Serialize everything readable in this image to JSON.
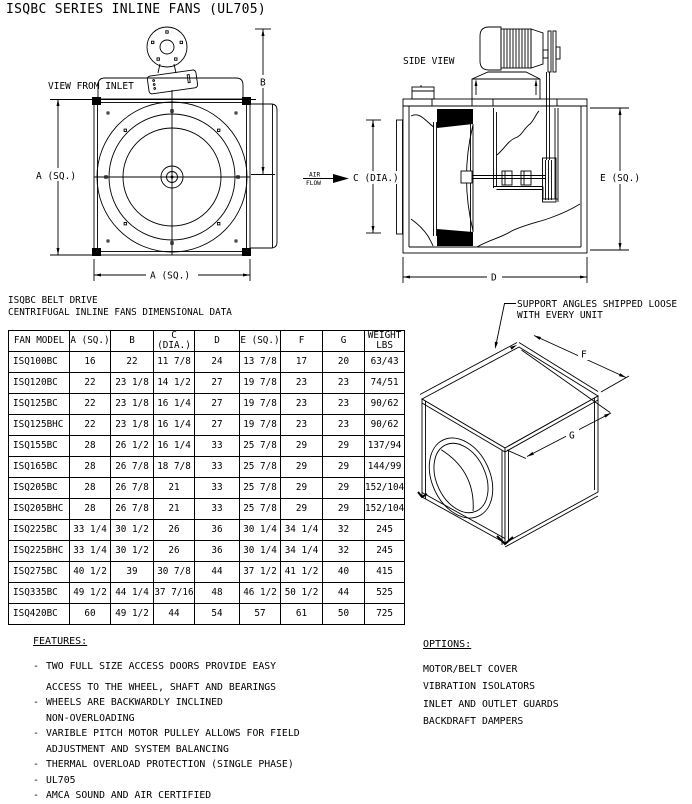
{
  "title": "ISQBC SERIES INLINE FANS (UL705)",
  "colors": {
    "ink": "#000000",
    "paper": "#ffffff"
  },
  "inlet_view": {
    "caption": "VIEW FROM INLET",
    "dim_a_left": "A (SQ.)",
    "dim_a_bottom": "A (SQ.)",
    "dim_b": "B"
  },
  "side_view": {
    "caption": "SIDE VIEW",
    "air_line1": "AIR",
    "air_line2": "FLOW",
    "dim_c": "C (DIA.)",
    "dim_d": "D",
    "dim_e": "E (SQ.)"
  },
  "iso_view": {
    "callout_line1": "SUPPORT ANGLES SHIPPED LOOSE",
    "callout_line2": "WITH EVERY UNIT",
    "dim_f": "F",
    "dim_g": "G"
  },
  "table": {
    "title_line1": "ISQBC BELT DRIVE",
    "title_line2": "CENTRIFUGAL INLINE FANS DIMENSIONAL DATA",
    "headers": [
      "FAN MODEL",
      "A (SQ.)",
      "B",
      "C (DIA.)",
      "D",
      "E (SQ.)",
      "F",
      "G",
      "WEIGHT LBS"
    ],
    "rows": [
      [
        "ISQ100BC",
        "16",
        "22",
        "11 7/8",
        "24",
        "13 7/8",
        "17",
        "20",
        "63/43"
      ],
      [
        "ISQ120BC",
        "22",
        "23 1/8",
        "14 1/2",
        "27",
        "19 7/8",
        "23",
        "23",
        "74/51"
      ],
      [
        "ISQ125BC",
        "22",
        "23 1/8",
        "16 1/4",
        "27",
        "19 7/8",
        "23",
        "23",
        "90/62"
      ],
      [
        "ISQ125BHC",
        "22",
        "23 1/8",
        "16 1/4",
        "27",
        "19 7/8",
        "23",
        "23",
        "90/62"
      ],
      [
        "ISQ155BC",
        "28",
        "26 1/2",
        "16 1/4",
        "33",
        "25 7/8",
        "29",
        "29",
        "137/94"
      ],
      [
        "ISQ165BC",
        "28",
        "26 7/8",
        "18 7/8",
        "33",
        "25 7/8",
        "29",
        "29",
        "144/99"
      ],
      [
        "ISQ205BC",
        "28",
        "26 7/8",
        "21",
        "33",
        "25 7/8",
        "29",
        "29",
        "152/104"
      ],
      [
        "ISQ205BHC",
        "28",
        "26 7/8",
        "21",
        "33",
        "25 7/8",
        "29",
        "29",
        "152/104"
      ],
      [
        "ISQ225BC",
        "33 1/4",
        "30 1/2",
        "26",
        "36",
        "30 1/4",
        "34 1/4",
        "32",
        "245"
      ],
      [
        "ISQ225BHC",
        "33 1/4",
        "30 1/2",
        "26",
        "36",
        "30 1/4",
        "34 1/4",
        "32",
        "245"
      ],
      [
        "ISQ275BC",
        "40 1/2",
        "39",
        "30 7/8",
        "44",
        "37 1/2",
        "41 1/2",
        "40",
        "415"
      ],
      [
        "ISQ335BC",
        "49 1/2",
        "44 1/4",
        "37 7/16",
        "48",
        "46 1/2",
        "50 1/2",
        "44",
        "525"
      ],
      [
        "ISQ420BC",
        "60",
        "49 1/2",
        "44",
        "54",
        "57",
        "61",
        "50",
        "725"
      ]
    ]
  },
  "features": {
    "heading": "FEATURES:",
    "lines": [
      {
        "dash": "-",
        "text": "TWO FULL SIZE ACCESS DOORS PROVIDE EASY"
      },
      {
        "dash": "",
        "text": "ACCESS TO THE WHEEL, SHAFT AND BEARINGS"
      },
      {
        "dash": "-",
        "text": "WHEELS ARE BACKWARDLY INCLINED"
      },
      {
        "dash": "",
        "text": "NON-OVERLOADING"
      },
      {
        "dash": "-",
        "text": "VARIBLE PITCH MOTOR PULLEY ALLOWS FOR FIELD"
      },
      {
        "dash": "",
        "text": "ADJUSTMENT AND SYSTEM BALANCING"
      },
      {
        "dash": "-",
        "text": "THERMAL OVERLOAD PROTECTION (SINGLE PHASE)"
      },
      {
        "dash": "-",
        "text": "UL705"
      },
      {
        "dash": "-",
        "text": "AMCA SOUND AND AIR CERTIFIED"
      }
    ]
  },
  "options": {
    "heading": "OPTIONS:",
    "items": [
      "MOTOR/BELT COVER",
      "VIBRATION ISOLATORS",
      "INLET AND OUTLET GUARDS",
      "BACKDRAFT DAMPERS"
    ]
  }
}
